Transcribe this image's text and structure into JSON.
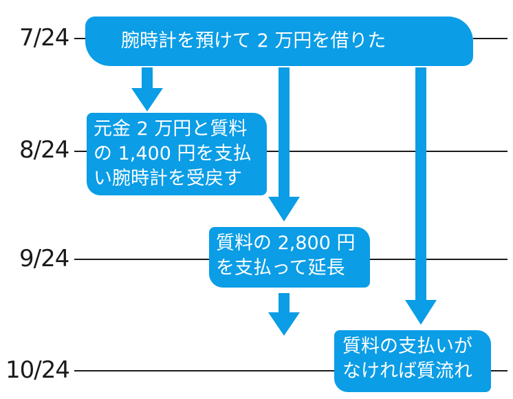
{
  "dates": [
    "7/24",
    "8/24",
    "9/24",
    "10/24"
  ],
  "events": {
    "start": "腕時計を預けて 2 万円を借りた",
    "redeem": [
      "元金 2 万円と質料",
      "の 1,400 円を支払",
      "い腕時計を受戻す"
    ],
    "extend": [
      "質料の 2,800 円",
      "を支払って延長"
    ],
    "forfeit": [
      "質料の支払いが",
      "なければ質流れ"
    ]
  },
  "colors": {
    "box": "#0b9de6",
    "arrow": "#0b9de6",
    "text": "#ffffff",
    "timeline": "#1a1a1a"
  }
}
